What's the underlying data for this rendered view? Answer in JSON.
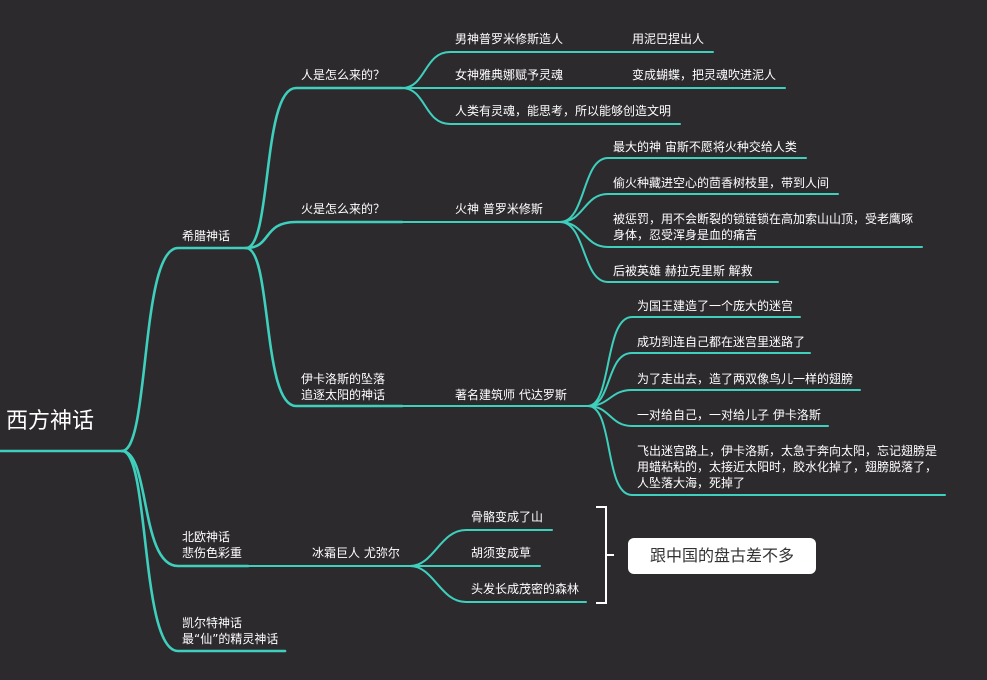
{
  "root": "西方神话",
  "branches": {
    "greek": {
      "label": "希腊神话",
      "human": {
        "question": "人是怎么来的？",
        "items": [
          {
            "text": "男神普罗米修斯造人",
            "detail": "用泥巴捏出人"
          },
          {
            "text": "女神雅典娜赋予灵魂",
            "detail": "变成蝴蝶，把灵魂吹进泥人"
          },
          {
            "text": "人类有灵魂，能思考，所以能够创造文明"
          }
        ]
      },
      "fire": {
        "question": "火是怎么来的？",
        "god": "火神 普罗米修斯",
        "items": [
          "最大的神 宙斯不愿将火种交给人类",
          "偷火种藏进空心的茴香树枝里，带到人间",
          "被惩罚，用不会断裂的锁链锁在高加索山山顶，受老鹰啄身体，忍受浑身是血的痛苦",
          "后被英雄 赫拉克里斯 解救"
        ]
      },
      "icarus": {
        "title": "伊卡洛斯的坠落",
        "subtitle": "追逐太阳的神话",
        "architect": "著名建筑师 代达罗斯",
        "items": [
          "为国王建造了一个庞大的迷宫",
          "成功到连自己都在迷宫里迷路了",
          "为了走出去，造了两双像鸟儿一样的翅膀",
          "一对给自己，一对给儿子 伊卡洛斯",
          "飞出迷宫路上，伊卡洛斯，太急于奔向太阳，忘记翅膀是用蜡粘粘的，太接近太阳时，胶水化掉了，翅膀脱落了，人坠落大海，死掉了"
        ]
      }
    },
    "norse": {
      "title": "北欧神话",
      "subtitle": "悲伤色彩重",
      "giant": "冰霜巨人 尤弥尔",
      "items": [
        "骨骼变成了山",
        "胡须变成草",
        "头发长成茂密的森林"
      ],
      "note": "跟中国的盘古差不多"
    },
    "celtic": {
      "title": "凯尔特神话",
      "subtitle": "最“仙”的精灵神话"
    }
  },
  "colors": {
    "background": "#2d2a2e",
    "branch": "#3ed0bd",
    "text": "#ffffff"
  }
}
